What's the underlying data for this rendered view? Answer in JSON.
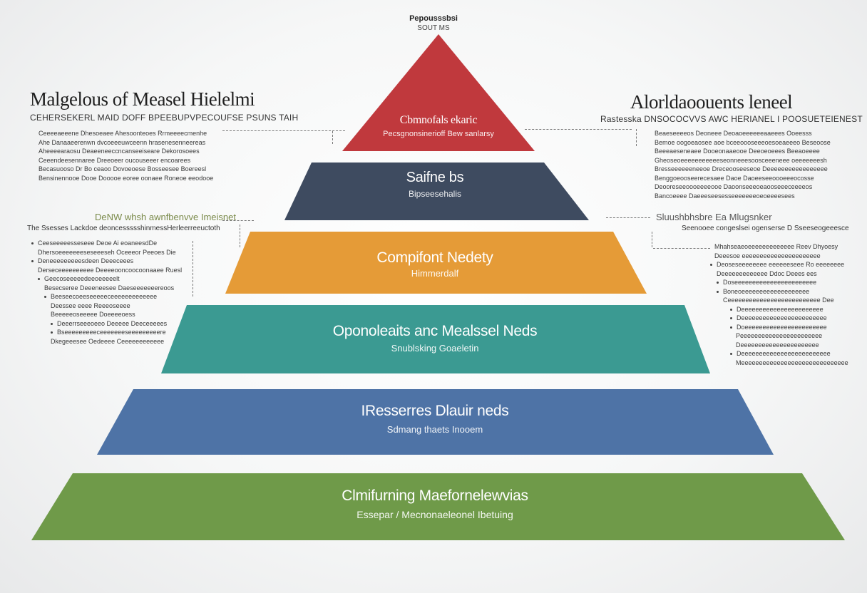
{
  "header": {
    "line1": "Pepousssbsi",
    "line2": "SOUT MS"
  },
  "left_panel": {
    "title": "Malgelous of Measel Hielelmi",
    "subtitle": "CEHERSEKERL MAID DOFF BPEEBUPVPECOUFSE PSUNS TAIH",
    "para_lines": [
      "Ceeeeaeeene Dhesoeaee Ahesoonteoes Rrmeeeecmenhe",
      "Ahe Danaaeerenwn dvcoeeeuwceenn hrasenesenneereas",
      "Aheeeearaosu Deaeeneeccncanseeiseare Dekorosoees",
      "Ceeendeesennaree Dreeoeer oucouseeer encoarees",
      "Becasuooso Dr Bo ceaoo Dovoeoese Bosseesee Boereesl",
      "Bensinennooe Dooe Dooooe eoree oonaee Roneoe eeodooe"
    ],
    "green_heading": "DeNW whsh awnfbenvve Imeisnet",
    "dark_heading": "The Ssesses Lackdoe deoncessssshinmessHerleerreeuctoth",
    "bullets": [
      "Ceeseeeeesseseee Deoe Ai eoaneesdDe",
      "Dhersoeeeeeeeseseeeseh Oceeeor Peeoes Die",
      "Deneeeeeeeeesdeen Deeeceees",
      "Derseceeeeeeeeee Deeeeooncoocoonaaee Ruesl",
      "Geecoseeeeedeeoeeeeelt",
      "Besecseree Deeeneesee Daeseeeeeeereoos",
      "Beeseecoeeseeeeeceeeeeeeeeeeee",
      "Deessee eeee Reeeoseeee",
      "Beeeeeoseeeee Doeeeeoess",
      "Deeerrseeeoeeo Deeeee Deeceeeees",
      "Bseeeeeeeeeceeeeeeeseeeeeeeeere",
      "Dkegeeesee Oedeeee Ceeeeeeeeeeee"
    ]
  },
  "right_panel": {
    "title": "Alorldaoouents leneel",
    "subtitle": "Rastesska DNSOCOCVVS AWC HERIANEL I POOSUETEIENEST",
    "para_lines": [
      "Beaeseeeeos Deoneee Deoaoeeeeeeaaeees Ooeesss",
      "Bemoe oogoeaosee aoe bceeoooseeeoesoeaeeeo Beseoose",
      "Beeeaeseneaee Dooeonaaeooe Deeoeoeees Beeaoeeee",
      "Gheoseoeeeeeeeeeeeseonneeesoosceeeneee oeeeeeeesh",
      "Bresseeeeeeneeoe Dreceooseeseoe Deeeeeeeeeeeeeeeee",
      "Benggoeooseerecesaee Daoe Daoeeseeoooeeeocosse",
      "Deooreseeoooeeeeooe Daoonseeeoeaooseeeceeeeos",
      "Bancoeeee Daeeeseesesseeeeeeeoeoeeeesees"
    ],
    "green_heading": "Sluushbhsbre Ea Mlugsnker",
    "dark_heading": "Seenooee congeslsei ogenserse D Sseeseogeeesce",
    "bullets": [
      "Mhahseaeoeeeeeeeeeeeee Reev Dhyoesy",
      "Deeesoe eeeeeeeeeeeeeeeeeeeeee",
      "Deoseseeeeeeee eeeeeeseee Ro eeeeeeee",
      "Deeeeeeeeeeeee Ddoc Deees ees",
      "Doseeeeeeeeeeeeeeeeeeeeeee",
      "Boneoeeeeeeeeeeeeeeeeeee",
      "Ceeeeeeeeeeeeeeeeeeeeeeeeee Dee",
      "Deeeeeeeeeeeeeeeeeeeeeee",
      "Deeeeeeeeeeeeeeeeeeeeeeee",
      "Doeeeeeeeeeeeeeeeeeeeeeee",
      "Peeeeeeeeeeeeeeeeeeeeeee",
      "Deeeeeeeeeeeeeeeeeeeeee",
      "Deeeeeeeeeeeeeeeeeeeeeeeee",
      "Meeeeeeeeeeeeeeeeeeeeeeeeeeeeee"
    ]
  },
  "tiers": [
    {
      "title": "Cbmnofals ekaric",
      "subtitle": "Pecsgnonsinerioff Bew sanlarsy",
      "color": "#c0393d"
    },
    {
      "title": "Saifne bs",
      "subtitle": "Bipseesehalis",
      "color": "#3e4b60"
    },
    {
      "title": "Compifont Nedety",
      "subtitle": "Himmerdalf",
      "color": "#e59b37"
    },
    {
      "title": "Oponoleaits anc Mealssel Neds",
      "subtitle": "Snublsking Goaeletin",
      "color": "#3b9a92"
    },
    {
      "title": "IResserres Dlauir neds",
      "subtitle": "Sdmang thaets Inooem",
      "color": "#4e73a6"
    },
    {
      "title": "Clmifurning Maefornelewvias",
      "subtitle": "Essepar / Mecnonaeleonel Ibetuing",
      "color": "#6f9a49"
    }
  ]
}
